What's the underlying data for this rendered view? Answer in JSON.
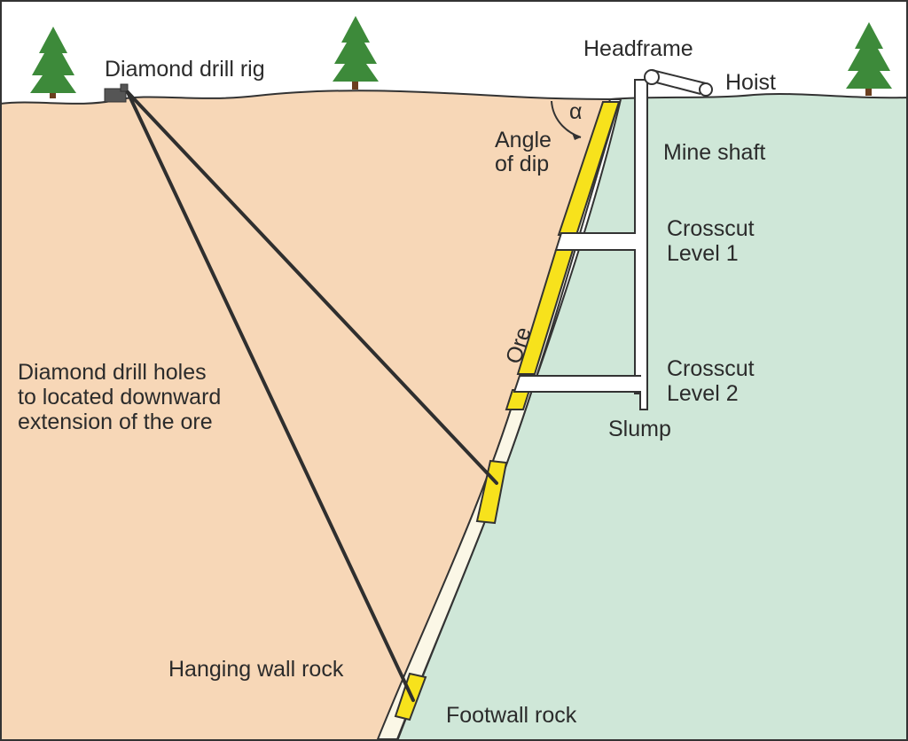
{
  "labels": {
    "diamond_drill_rig": "Diamond drill rig",
    "headframe": "Headframe",
    "hoist": "Hoist",
    "alpha": "α",
    "angle_of_dip_1": "Angle",
    "angle_of_dip_2": "of dip",
    "mine_shaft": "Mine shaft",
    "crosscut_level1_1": "Crosscut",
    "crosscut_level1_2": "Level 1",
    "crosscut_level2_1": "Crosscut",
    "crosscut_level2_2": "Level 2",
    "slump": "Slump",
    "ore": "Ore",
    "drill_holes_1": "Diamond drill holes",
    "drill_holes_2": "to located downward",
    "drill_holes_3": "extension of the ore",
    "hanging_wall_rock": "Hanging wall rock",
    "footwall_rock": "Footwall rock"
  },
  "colors": {
    "hanging_wall": "#f7d7b7",
    "footwall": "#cfe7d8",
    "ore": "#f7e21c",
    "vein_barren": "#fbf7e6",
    "tree_foliage": "#3d8a3a",
    "tree_trunk": "#6b3f1f",
    "outline": "#333333"
  }
}
